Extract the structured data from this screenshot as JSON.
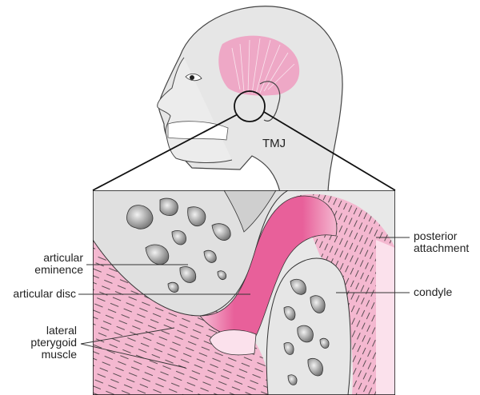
{
  "diagram": {
    "title_label": "TMJ",
    "labels": {
      "articular_eminence": [
        "articular",
        "eminence"
      ],
      "articular_disc": "articular disc",
      "lateral_pterygoid": [
        "lateral",
        "pterygoid",
        "muscle"
      ],
      "posterior_attachment": [
        "posterior",
        "attachment"
      ],
      "condyle": "condyle"
    },
    "colors": {
      "bone_gray": "#d9d9d9",
      "muscle_pink": "#f4b8d0",
      "disc_pink": "#e8609a",
      "light_pink": "#fbe1ec",
      "outline": "#333333"
    }
  }
}
